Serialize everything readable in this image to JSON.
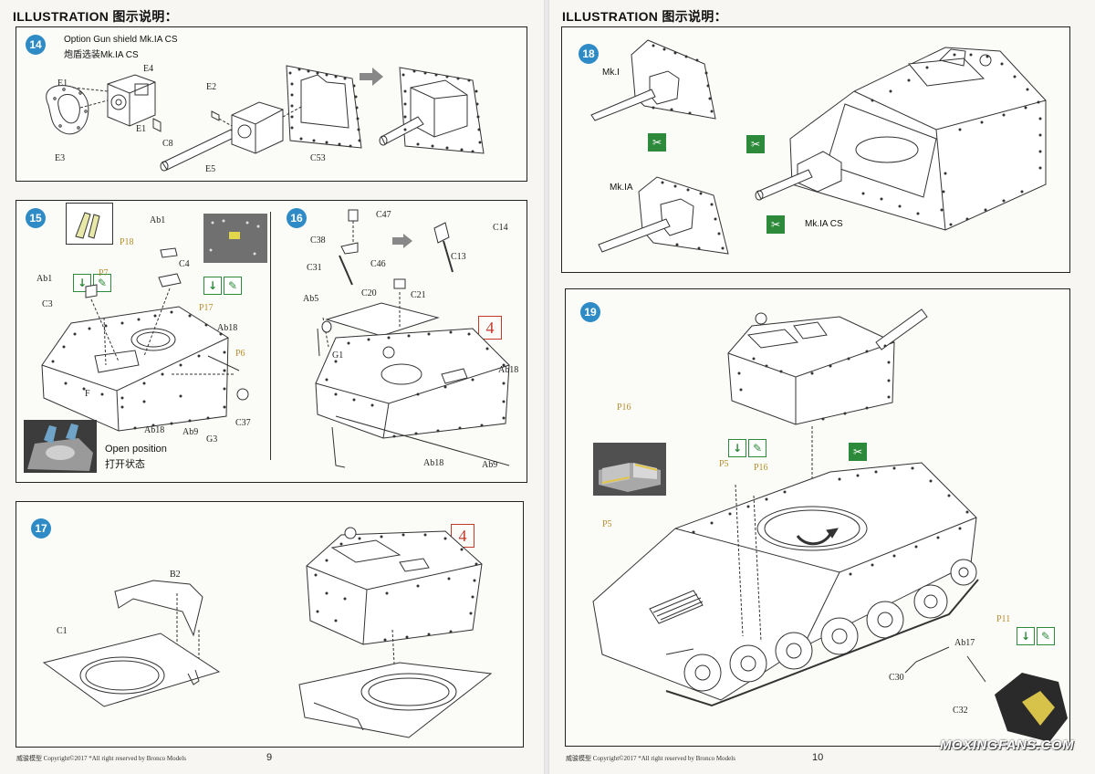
{
  "header": {
    "left": "ILLUSTRATION 图示说明：",
    "right": "ILLUSTRATION 图示说明："
  },
  "steps": {
    "s14": {
      "num": "14",
      "title_en": "Option Gun shield Mk.IA CS",
      "title_cn": "炮盾选装Mk.IA CS",
      "labels": {
        "e1a": "E1",
        "e4": "E4",
        "e1b": "E1",
        "e3": "E3",
        "e2": "E2",
        "c8": "C8",
        "e5": "E5",
        "c53": "C53"
      }
    },
    "s15": {
      "num": "15",
      "caption_en": "Open position",
      "caption_cn": "打开状态",
      "labels": {
        "ab1a": "Ab1",
        "p18": "P18",
        "c4": "C4",
        "ab1b": "Ab1",
        "p7": "P7",
        "c3": "C3",
        "p17": "P17",
        "ab18a": "Ab18",
        "p6": "P6",
        "f": "F",
        "ab18b": "Ab18",
        "ab9": "Ab9",
        "c37": "C37",
        "g3": "G3"
      }
    },
    "s16": {
      "num": "16",
      "marker": "4",
      "labels": {
        "c47": "C47",
        "c38": "C38",
        "c46": "C46",
        "c31": "C31",
        "c14": "C14",
        "c13": "C13",
        "ab5": "Ab5",
        "c20": "C20",
        "c21": "C21",
        "g1": "G1",
        "ab18a": "Ab18",
        "ab18b": "Ab18",
        "ab9": "Ab9"
      }
    },
    "s17": {
      "num": "17",
      "marker": "4",
      "labels": {
        "b2": "B2",
        "c1": "C1"
      }
    },
    "s18": {
      "num": "18",
      "labels": {
        "mk1": "Mk.I",
        "mk1a": "Mk.IA",
        "mk1acs": "Mk.IA CS"
      }
    },
    "s19": {
      "num": "19",
      "labels": {
        "p16a": "P16",
        "p5a": "P5",
        "p5b": "P5",
        "p16b": "P16",
        "p11": "P11",
        "ab17": "Ab17",
        "c30": "C30",
        "c32": "C32"
      }
    }
  },
  "footer": {
    "left_text": "威骏模型  Copyright©2017  *All right reserved by Bronco Models",
    "left_page": "9",
    "right_text": "威骏模型  Copyright©2017  *All right reserved by Bronco Models",
    "right_page": "10",
    "watermark": "MOXINGFANS.COM"
  },
  "icons": {
    "cement": "glue-icon",
    "paint": "paint-icon",
    "remove": "cut-icon"
  }
}
